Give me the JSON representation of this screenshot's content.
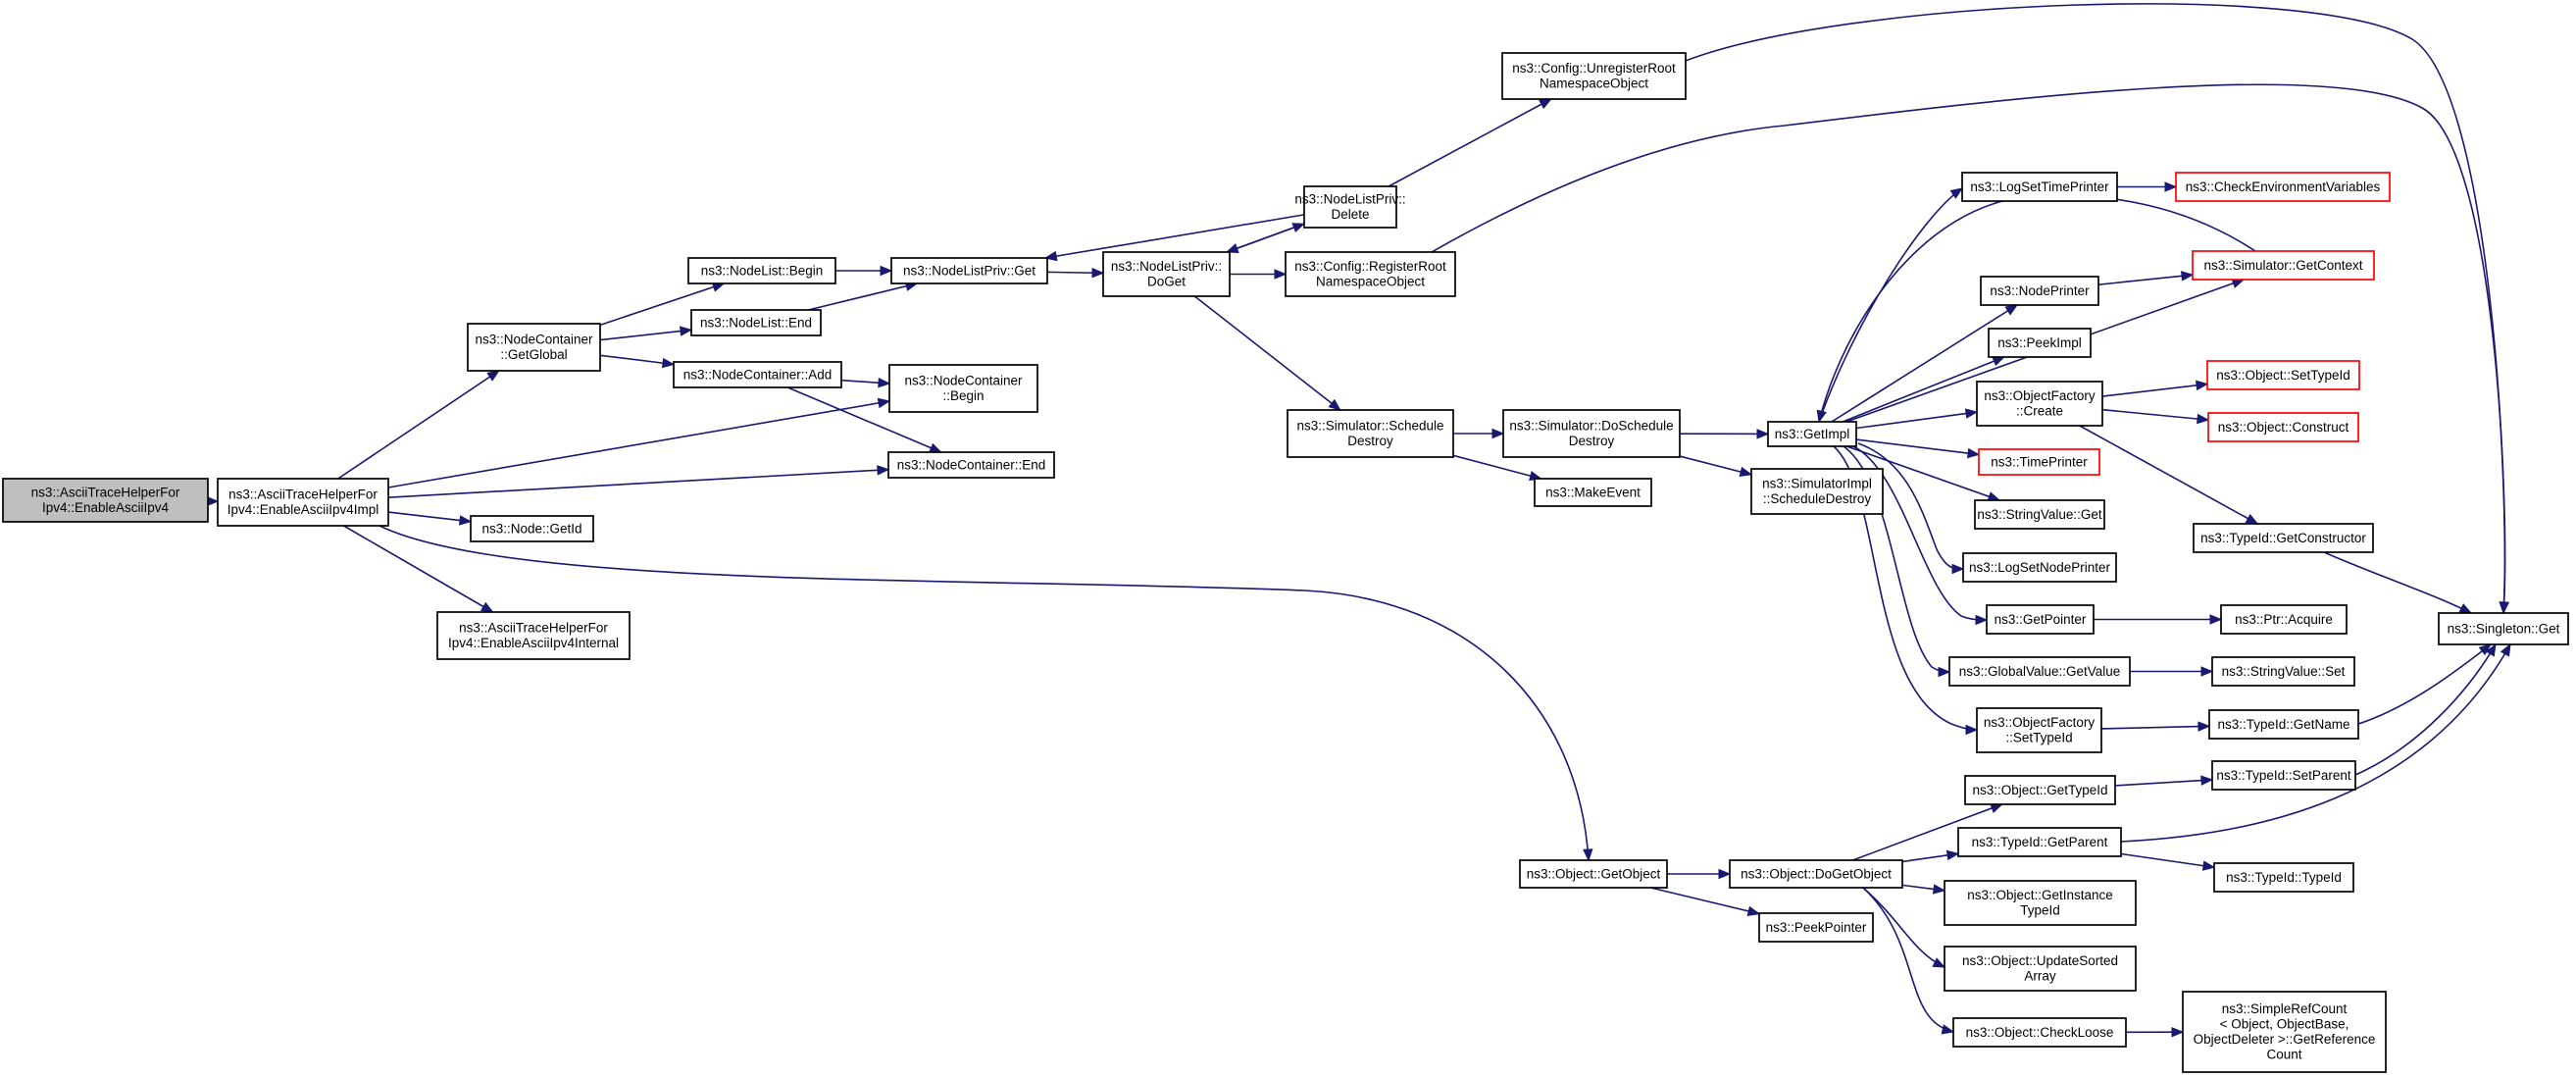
{
  "colors": {
    "edge": "#191970",
    "root_fill": "#bfbfbf",
    "missing_border": "#ff0000"
  },
  "nodes": [
    {
      "id": "root",
      "lines": [
        "ns3::AsciiTraceHelperFor",
        "Ipv4::EnableAsciiIpv4"
      ],
      "root": true
    },
    {
      "id": "impl",
      "lines": [
        "ns3::AsciiTraceHelperFor",
        "Ipv4::EnableAsciiIpv4Impl"
      ]
    },
    {
      "id": "ncGetGlobal",
      "lines": [
        "ns3::NodeContainer",
        "::GetGlobal"
      ]
    },
    {
      "id": "nodeGetId",
      "lines": [
        "ns3::Node::GetId"
      ]
    },
    {
      "id": "internal",
      "lines": [
        "ns3::AsciiTraceHelperFor",
        "Ipv4::EnableAsciiIpv4Internal"
      ]
    },
    {
      "id": "nlBegin",
      "lines": [
        "ns3::NodeList::Begin"
      ]
    },
    {
      "id": "nlEnd",
      "lines": [
        "ns3::NodeList::End"
      ]
    },
    {
      "id": "ncAdd",
      "lines": [
        "ns3::NodeContainer::Add"
      ]
    },
    {
      "id": "nlpGet",
      "lines": [
        "ns3::NodeListPriv::Get"
      ]
    },
    {
      "id": "ncBegin",
      "lines": [
        "ns3::NodeContainer",
        "::Begin"
      ]
    },
    {
      "id": "ncEnd",
      "lines": [
        "ns3::NodeContainer::End"
      ]
    },
    {
      "id": "nlpDoGet",
      "lines": [
        "ns3::NodeListPriv::",
        "DoGet"
      ]
    },
    {
      "id": "nlpDelete",
      "lines": [
        "ns3::NodeListPriv::",
        "Delete"
      ]
    },
    {
      "id": "cfgReg",
      "lines": [
        "ns3::Config::RegisterRoot",
        "NamespaceObject"
      ]
    },
    {
      "id": "cfgUnreg",
      "lines": [
        "ns3::Config::UnregisterRoot",
        "NamespaceObject"
      ]
    },
    {
      "id": "simSched",
      "lines": [
        "ns3::Simulator::Schedule",
        "Destroy"
      ]
    },
    {
      "id": "simDoSched",
      "lines": [
        "ns3::Simulator::DoSchedule",
        "Destroy"
      ]
    },
    {
      "id": "makeEvent",
      "lines": [
        "ns3::MakeEvent"
      ]
    },
    {
      "id": "getImpl",
      "lines": [
        "ns3::GetImpl"
      ]
    },
    {
      "id": "simImplSched",
      "lines": [
        "ns3::SimulatorImpl",
        "::ScheduleDestroy"
      ]
    },
    {
      "id": "logSetTime",
      "lines": [
        "ns3::LogSetTimePrinter"
      ]
    },
    {
      "id": "checkEnv",
      "lines": [
        "ns3::CheckEnvironmentVariables"
      ],
      "red": true
    },
    {
      "id": "simGetCtx",
      "lines": [
        "ns3::Simulator::GetContext"
      ],
      "red": true
    },
    {
      "id": "nodePrinter",
      "lines": [
        "ns3::NodePrinter"
      ]
    },
    {
      "id": "peekImpl",
      "lines": [
        "ns3::PeekImpl"
      ]
    },
    {
      "id": "ofCreate",
      "lines": [
        "ns3::ObjectFactory",
        "::Create"
      ]
    },
    {
      "id": "objSetTypeId",
      "lines": [
        "ns3::Object::SetTypeId"
      ],
      "red": true
    },
    {
      "id": "objConstruct",
      "lines": [
        "ns3::Object::Construct"
      ],
      "red": true
    },
    {
      "id": "timePrinter",
      "lines": [
        "ns3::TimePrinter"
      ],
      "red": true
    },
    {
      "id": "svGet",
      "lines": [
        "ns3::StringValue::Get"
      ]
    },
    {
      "id": "tidGetCtor",
      "lines": [
        "ns3::TypeId::GetConstructor"
      ]
    },
    {
      "id": "logSetNode",
      "lines": [
        "ns3::LogSetNodePrinter"
      ]
    },
    {
      "id": "singletonGet",
      "lines": [
        "ns3::Singleton::Get"
      ]
    },
    {
      "id": "getPointer",
      "lines": [
        "ns3::GetPointer"
      ]
    },
    {
      "id": "ptrAcquire",
      "lines": [
        "ns3::Ptr::Acquire"
      ]
    },
    {
      "id": "gvGetValue",
      "lines": [
        "ns3::GlobalValue::GetValue"
      ]
    },
    {
      "id": "svSet",
      "lines": [
        "ns3::StringValue::Set"
      ]
    },
    {
      "id": "ofSetTypeId",
      "lines": [
        "ns3::ObjectFactory",
        "::SetTypeId"
      ]
    },
    {
      "id": "tidGetName",
      "lines": [
        "ns3::TypeId::GetName"
      ]
    },
    {
      "id": "objGetTypeId",
      "lines": [
        "ns3::Object::GetTypeId"
      ]
    },
    {
      "id": "tidSetParent",
      "lines": [
        "ns3::TypeId::SetParent"
      ]
    },
    {
      "id": "tidGetParent",
      "lines": [
        "ns3::TypeId::GetParent"
      ]
    },
    {
      "id": "tidTypeId",
      "lines": [
        "ns3::TypeId::TypeId"
      ]
    },
    {
      "id": "objGetObject",
      "lines": [
        "ns3::Object::GetObject"
      ]
    },
    {
      "id": "objDoGetObject",
      "lines": [
        "ns3::Object::DoGetObject"
      ]
    },
    {
      "id": "objGetInstance",
      "lines": [
        "ns3::Object::GetInstance",
        "TypeId"
      ]
    },
    {
      "id": "peekPointer",
      "lines": [
        "ns3::PeekPointer"
      ]
    },
    {
      "id": "objUpdateSorted",
      "lines": [
        "ns3::Object::UpdateSorted",
        "Array"
      ]
    },
    {
      "id": "objCheckLoose",
      "lines": [
        "ns3::Object::CheckLoose"
      ]
    },
    {
      "id": "simpleRefCount",
      "lines": [
        "ns3::SimpleRefCount",
        "< Object, ObjectBase,",
        "ObjectDeleter >::GetReference",
        "Count"
      ]
    }
  ],
  "edges": [
    [
      "root",
      "impl"
    ],
    [
      "impl",
      "ncGetGlobal"
    ],
    [
      "impl",
      "ncBegin"
    ],
    [
      "impl",
      "ncEnd"
    ],
    [
      "impl",
      "nodeGetId"
    ],
    [
      "impl",
      "internal"
    ],
    [
      "impl",
      "objGetObject"
    ],
    [
      "ncGetGlobal",
      "nlBegin"
    ],
    [
      "ncGetGlobal",
      "nlEnd"
    ],
    [
      "ncGetGlobal",
      "ncAdd"
    ],
    [
      "nlBegin",
      "nlpGet"
    ],
    [
      "nlEnd",
      "nlpGet"
    ],
    [
      "ncAdd",
      "ncBegin"
    ],
    [
      "ncAdd",
      "ncEnd"
    ],
    [
      "nlpGet",
      "nlpDoGet"
    ],
    [
      "nlpDoGet",
      "nlpDelete"
    ],
    [
      "nlpDoGet",
      "cfgReg"
    ],
    [
      "nlpDoGet",
      "simSched"
    ],
    [
      "nlpDelete",
      "nlpGet"
    ],
    [
      "nlpDelete",
      "nlpDoGet"
    ],
    [
      "nlpDelete",
      "cfgUnreg"
    ],
    [
      "cfgUnreg",
      "singletonGet"
    ],
    [
      "cfgReg",
      "singletonGet"
    ],
    [
      "simSched",
      "simDoSched"
    ],
    [
      "simSched",
      "makeEvent"
    ],
    [
      "simDoSched",
      "getImpl"
    ],
    [
      "simDoSched",
      "simImplSched"
    ],
    [
      "getImpl",
      "logSetTime"
    ],
    [
      "getImpl",
      "simGetCtx"
    ],
    [
      "getImpl",
      "nodePrinter"
    ],
    [
      "getImpl",
      "peekImpl"
    ],
    [
      "getImpl",
      "ofCreate"
    ],
    [
      "getImpl",
      "timePrinter"
    ],
    [
      "getImpl",
      "svGet"
    ],
    [
      "getImpl",
      "logSetNode"
    ],
    [
      "getImpl",
      "getPointer"
    ],
    [
      "getImpl",
      "gvGetValue"
    ],
    [
      "getImpl",
      "ofSetTypeId"
    ],
    [
      "simGetCtx",
      "getImpl"
    ],
    [
      "logSetTime",
      "checkEnv"
    ],
    [
      "nodePrinter",
      "simGetCtx"
    ],
    [
      "ofCreate",
      "objSetTypeId"
    ],
    [
      "ofCreate",
      "objConstruct"
    ],
    [
      "ofCreate",
      "tidGetCtor"
    ],
    [
      "tidGetCtor",
      "singletonGet"
    ],
    [
      "getPointer",
      "ptrAcquire"
    ],
    [
      "gvGetValue",
      "svSet"
    ],
    [
      "ofSetTypeId",
      "tidGetName"
    ],
    [
      "tidGetName",
      "singletonGet"
    ],
    [
      "objGetObject",
      "objDoGetObject"
    ],
    [
      "objGetObject",
      "peekPointer"
    ],
    [
      "objDoGetObject",
      "objGetTypeId"
    ],
    [
      "objDoGetObject",
      "tidGetParent"
    ],
    [
      "objDoGetObject",
      "objGetInstance"
    ],
    [
      "objDoGetObject",
      "objUpdateSorted"
    ],
    [
      "objDoGetObject",
      "objCheckLoose"
    ],
    [
      "objGetTypeId",
      "tidSetParent"
    ],
    [
      "tidSetParent",
      "singletonGet"
    ],
    [
      "tidGetParent",
      "singletonGet"
    ],
    [
      "tidGetParent",
      "tidTypeId"
    ],
    [
      "objCheckLoose",
      "simpleRefCount"
    ]
  ]
}
